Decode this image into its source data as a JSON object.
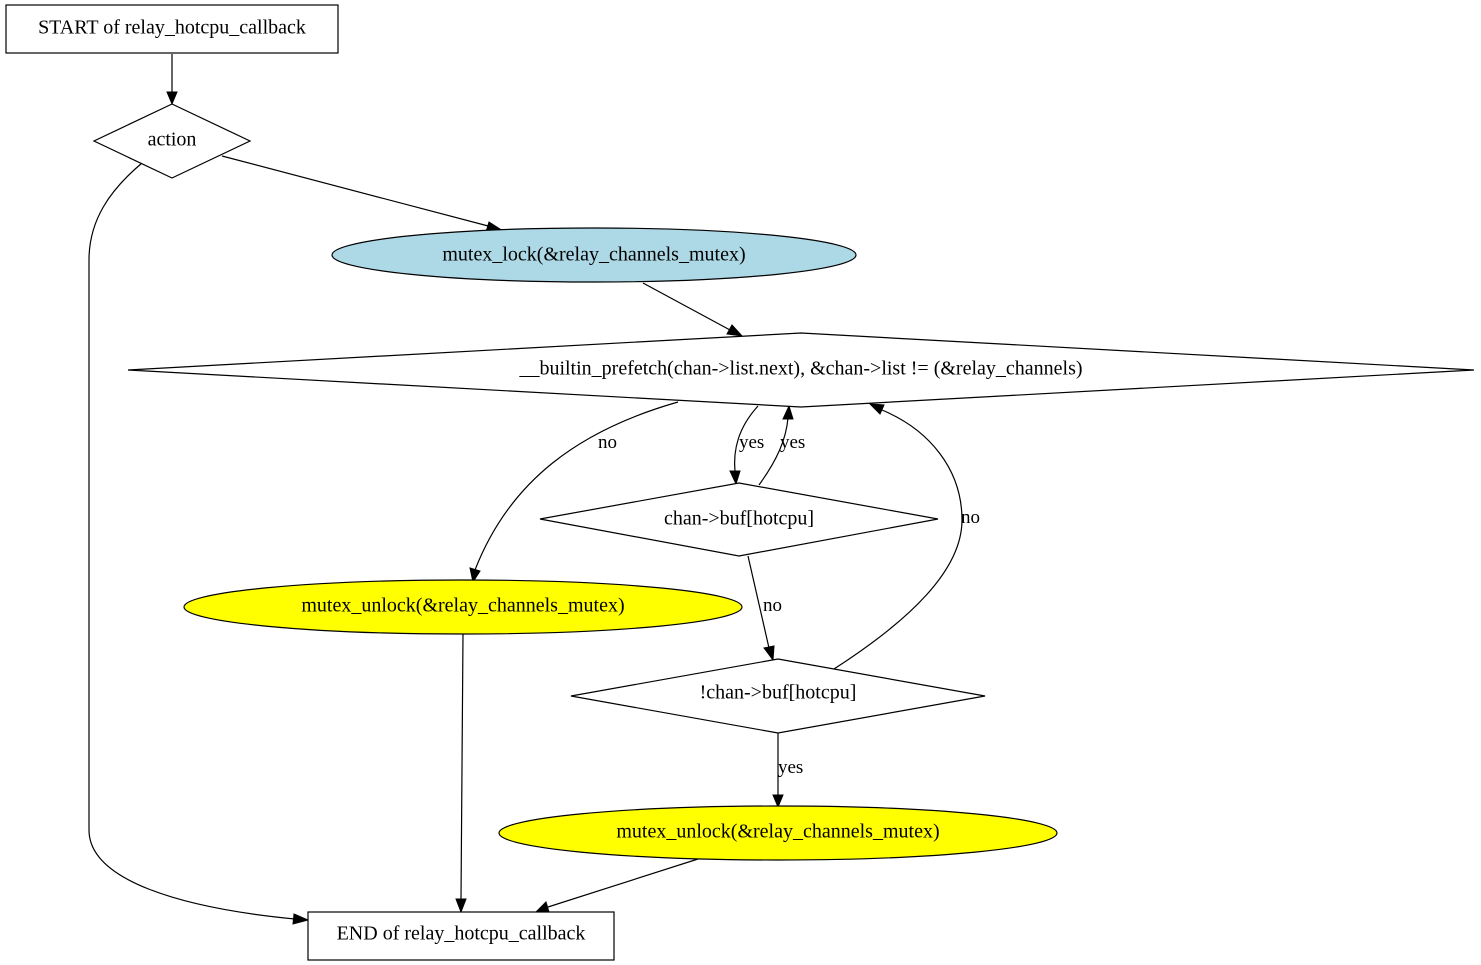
{
  "nodes": {
    "start": {
      "label": "START of relay_hotcpu_callback",
      "shape": "box"
    },
    "action": {
      "label": "action",
      "shape": "diamond"
    },
    "lock": {
      "label": "mutex_lock(&relay_channels_mutex)",
      "shape": "ellipse",
      "fill": "#add8e6"
    },
    "loop_cond": {
      "label": "__builtin_prefetch(chan->list.next), &chan->list != (&relay_channels)",
      "shape": "diamond"
    },
    "buf_cond": {
      "label": "chan->buf[hotcpu]",
      "shape": "diamond"
    },
    "unlock_a": {
      "label": "mutex_unlock(&relay_channels_mutex)",
      "shape": "ellipse",
      "fill": "#ffff00"
    },
    "notbuf_cond": {
      "label": "!chan->buf[hotcpu]",
      "shape": "diamond"
    },
    "unlock_b": {
      "label": "mutex_unlock(&relay_channels_mutex)",
      "shape": "ellipse",
      "fill": "#ffff00"
    },
    "end": {
      "label": "END of relay_hotcpu_callback",
      "shape": "box"
    }
  },
  "edges": [
    {
      "from": "start",
      "to": "action",
      "label": ""
    },
    {
      "from": "action",
      "to": "lock",
      "label": ""
    },
    {
      "from": "action",
      "to": "end",
      "label": ""
    },
    {
      "from": "lock",
      "to": "loop_cond",
      "label": ""
    },
    {
      "from": "loop_cond",
      "to": "unlock_a",
      "label": "no"
    },
    {
      "from": "loop_cond",
      "to": "buf_cond",
      "label": "yes"
    },
    {
      "from": "buf_cond",
      "to": "loop_cond",
      "label": "yes"
    },
    {
      "from": "buf_cond",
      "to": "notbuf_cond",
      "label": "no"
    },
    {
      "from": "notbuf_cond",
      "to": "loop_cond",
      "label": "no"
    },
    {
      "from": "notbuf_cond",
      "to": "unlock_b",
      "label": "yes"
    },
    {
      "from": "unlock_a",
      "to": "end",
      "label": ""
    },
    {
      "from": "unlock_b",
      "to": "end",
      "label": ""
    }
  ]
}
